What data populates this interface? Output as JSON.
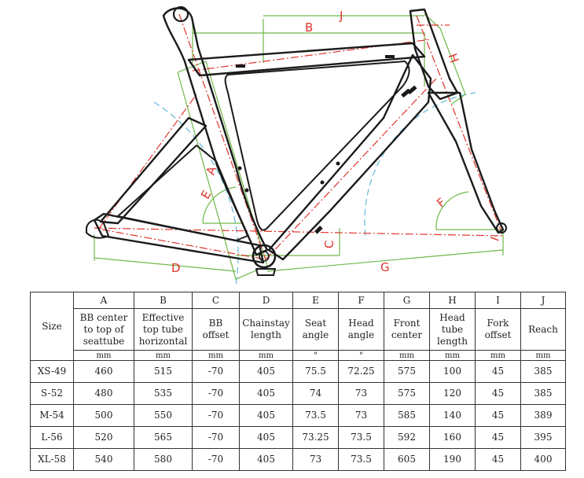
{
  "diagram": {
    "dimension_labels": {
      "a": "A",
      "b": "B",
      "c": "C",
      "d": "D",
      "e": "E",
      "f": "F",
      "g": "G",
      "h": "H",
      "i": "I",
      "j": "J"
    },
    "colors": {
      "frame": "#1a1a1a",
      "centerline": "#e0342c",
      "dimension": "#6fb84a",
      "angle_arc": "#5fb8d8"
    }
  },
  "table": {
    "size_header": "Size",
    "columns": [
      {
        "letter": "A",
        "description": "BB center\nto top of\nseattube",
        "unit": "mm"
      },
      {
        "letter": "B",
        "description": "Effective\ntop tube\nhorizontal",
        "unit": "mm"
      },
      {
        "letter": "C",
        "description": "BB\noffset",
        "unit": "mm"
      },
      {
        "letter": "D",
        "description": "Chainstay\nlength",
        "unit": "mm"
      },
      {
        "letter": "E",
        "description": "Seat\nangle",
        "unit": "°"
      },
      {
        "letter": "F",
        "description": "Head\nangle",
        "unit": "°"
      },
      {
        "letter": "G",
        "description": "Front\ncenter",
        "unit": "mm"
      },
      {
        "letter": "H",
        "description": "Head\ntube\nlength",
        "unit": "mm"
      },
      {
        "letter": "I",
        "description": "Fork\noffset",
        "unit": "mm"
      },
      {
        "letter": "J",
        "description": "Reach",
        "unit": "mm"
      }
    ],
    "rows": [
      {
        "size": "XS-49",
        "values": [
          "460",
          "515",
          "-70",
          "405",
          "75.5",
          "72.25",
          "575",
          "100",
          "45",
          "385"
        ]
      },
      {
        "size": "S-52",
        "values": [
          "480",
          "535",
          "-70",
          "405",
          "74",
          "73",
          "575",
          "120",
          "45",
          "385"
        ]
      },
      {
        "size": "M-54",
        "values": [
          "500",
          "550",
          "-70",
          "405",
          "73.5",
          "73",
          "585",
          "140",
          "45",
          "389"
        ]
      },
      {
        "size": "L-56",
        "values": [
          "520",
          "565",
          "-70",
          "405",
          "73.25",
          "73.5",
          "592",
          "160",
          "45",
          "395"
        ]
      },
      {
        "size": "XL-58",
        "values": [
          "540",
          "580",
          "-70",
          "405",
          "73",
          "73.5",
          "605",
          "190",
          "45",
          "400"
        ]
      }
    ]
  }
}
